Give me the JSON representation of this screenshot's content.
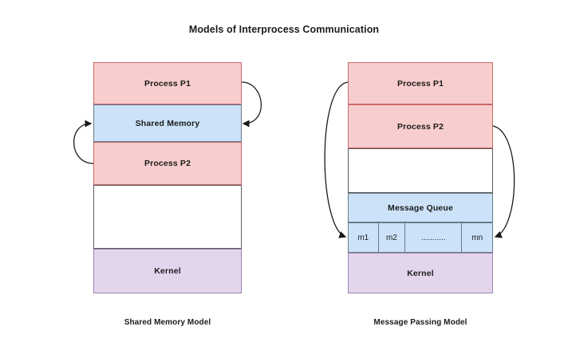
{
  "title": "Models of Interprocess Communication",
  "colors": {
    "process_fill": "#f8cdcd",
    "process_stroke": "#c96a6a",
    "memory_fill": "#cbe2f9",
    "memory_stroke": "#6a7a86",
    "kernel_fill": "#e2d5ec",
    "kernel_stroke": "#9d86b3",
    "empty_fill": "#ffffff",
    "arrow_stroke": "#1a1a1a",
    "text": "#1b1b1b",
    "background": "#ffffff"
  },
  "diagrams": [
    {
      "id": "shared-memory-model",
      "caption": "Shared Memory Model",
      "rows": [
        {
          "label": "Process P1",
          "type": "process"
        },
        {
          "label": "Shared Memory",
          "type": "shared"
        },
        {
          "label": "Process P2",
          "type": "process"
        },
        {
          "label": "",
          "type": "empty"
        },
        {
          "label": "Kernel",
          "type": "kernel"
        }
      ],
      "arrows": [
        {
          "name": "p1-to-shared-memory-arrow",
          "direction": "left"
        },
        {
          "name": "p2-to-shared-memory-arrow",
          "direction": "right"
        }
      ]
    },
    {
      "id": "message-passing-model",
      "caption": "Message Passing Model",
      "rows": [
        {
          "label": "Process P1",
          "type": "process"
        },
        {
          "label": "Process P2",
          "type": "process"
        },
        {
          "label": "",
          "type": "empty"
        },
        {
          "label": "Message Queue",
          "type": "shared"
        },
        {
          "label": "Kernel",
          "type": "kernel"
        }
      ],
      "message_cells": [
        "m1",
        "m2",
        "...........",
        "mn"
      ],
      "arrows": [
        {
          "name": "p1-to-message-queue-arrow",
          "direction": "right"
        },
        {
          "name": "p2-to-message-queue-arrow",
          "direction": "left"
        }
      ]
    }
  ]
}
